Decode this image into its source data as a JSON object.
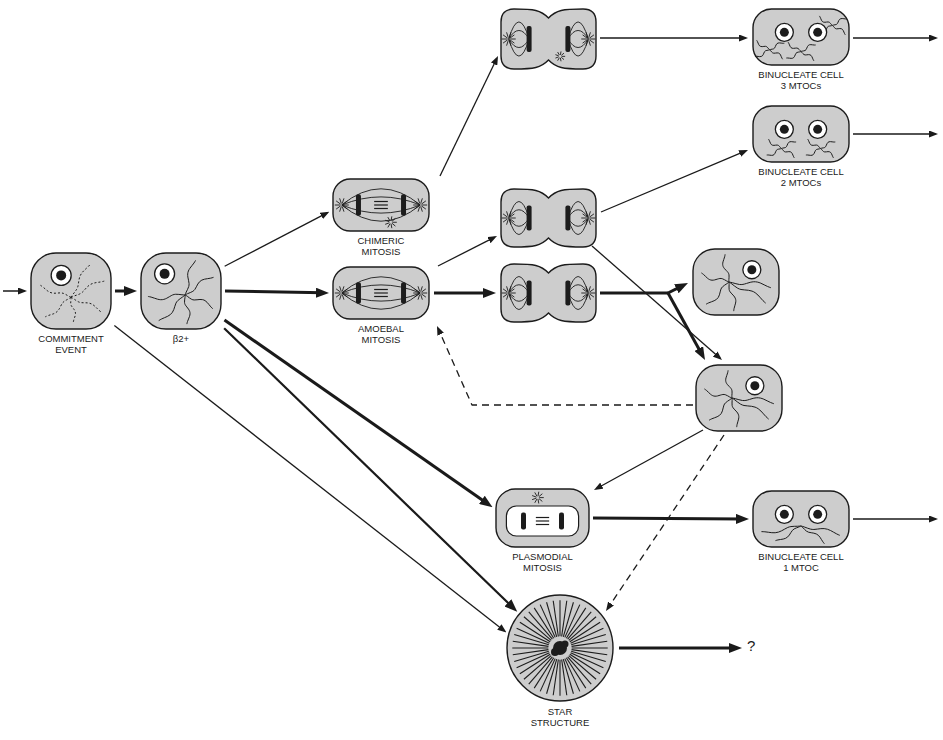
{
  "diagram": {
    "nodes": [
      {
        "text": [
          "COMMITMENT EVENT"
        ]
      },
      {
        "text": [
          "β2+"
        ]
      },
      {
        "text": [
          "CHIMERIC MITOSIS"
        ]
      },
      {
        "text": [
          "AMOEBAL MITOSIS"
        ]
      },
      {
        "text": [
          "PLASMODIAL MITOSIS"
        ]
      },
      {
        "text": [
          "STAR STRUCTURE"
        ]
      },
      {
        "text": [
          "BINUCLEATE CELL 3 MTOCs"
        ]
      },
      {
        "text": [
          "BINUCLEATE CELL 2 MTOCs"
        ]
      },
      {
        "text": [
          "BINUCLEATE CELL 1 MTOC"
        ]
      }
    ],
    "edges": [
      {
        "from": 0,
        "to": 1,
        "arrow": "to"
      },
      {
        "from": 0,
        "to": 5,
        "arrow": "to"
      },
      {
        "from": 1,
        "to": 2,
        "arrow": "to"
      },
      {
        "from": 1,
        "to": 3,
        "arrow": "to"
      },
      {
        "from": 1,
        "to": 4,
        "arrow": "to"
      },
      {
        "from": 1,
        "to": 5,
        "arrow": "to"
      },
      {
        "from": 4,
        "to": 8,
        "arrow": "to"
      }
    ],
    "labels": [
      "?"
    ]
  }
}
